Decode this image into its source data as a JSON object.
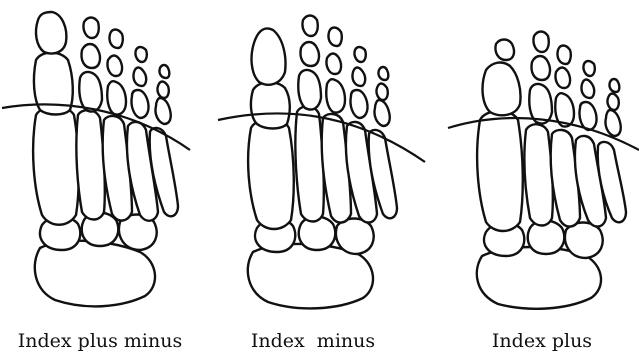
{
  "figure": {
    "panels": [
      {
        "id": "index-plus-minus",
        "caption": "Index plus minus"
      },
      {
        "id": "index-minus",
        "caption": "Index  minus"
      },
      {
        "id": "index-plus",
        "caption": "Index plus"
      }
    ]
  }
}
